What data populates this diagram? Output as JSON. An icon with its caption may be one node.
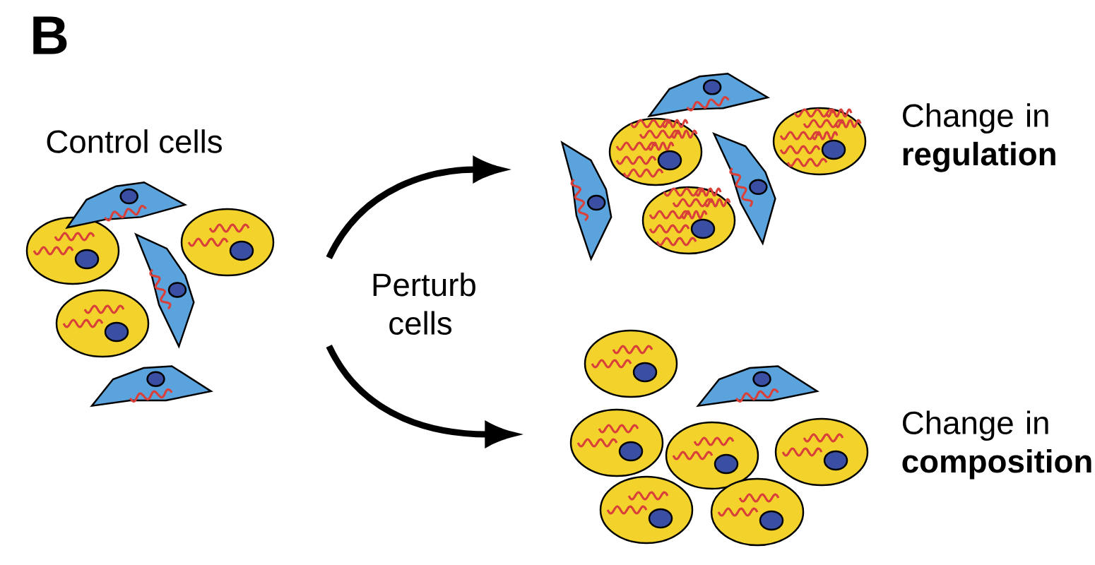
{
  "diagram": {
    "nodes": [
      {
        "text": [
          "Control cells"
        ]
      },
      {
        "text": [],
        "shape": "picture",
        "beside": [
          "Change in **regulation**"
        ]
      },
      {
        "text": [],
        "shape": "picture",
        "beside": [
          "Change in **composition**"
        ]
      }
    ],
    "edges": [
      {
        "from": 0,
        "to": 1,
        "arrow": "to"
      },
      {
        "from": 0,
        "to": 2,
        "arrow": "to"
      }
    ],
    "labels": [
      "B",
      "Perturb cells"
    ]
  }
}
